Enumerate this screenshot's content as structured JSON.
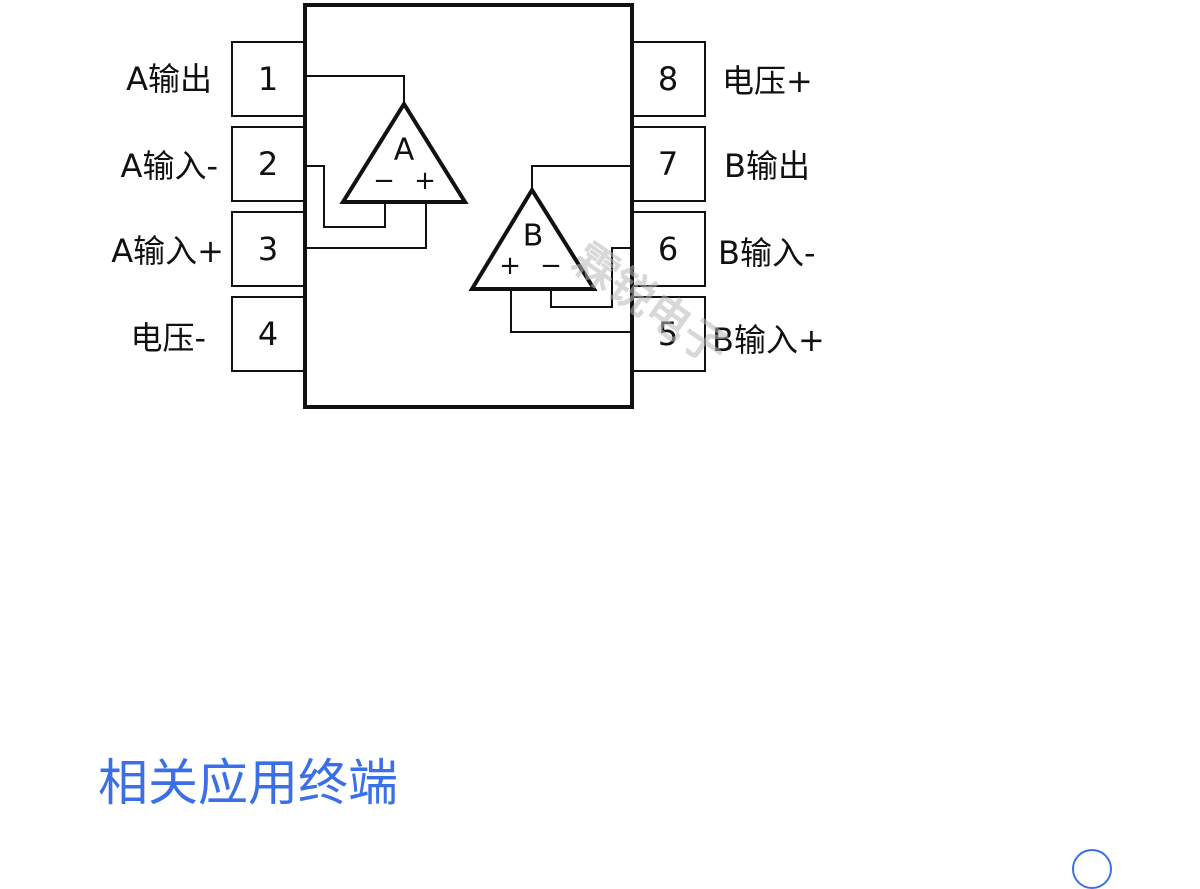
{
  "pins": [
    {
      "number": "1",
      "label": "A输出"
    },
    {
      "number": "2",
      "label": "A输入-"
    },
    {
      "number": "3",
      "label": "A输入+"
    },
    {
      "number": "4",
      "label": "电压-"
    },
    {
      "number": "5",
      "label": "B输入+"
    },
    {
      "number": "6",
      "label": "B输入-"
    },
    {
      "number": "7",
      "label": "B输出"
    },
    {
      "number": "8",
      "label": "电压+"
    }
  ],
  "amp_a": {
    "letter": "A",
    "minus": "−",
    "plus": "+"
  },
  "amp_b": {
    "letter": "B",
    "minus": "−",
    "plus": "+"
  },
  "watermark": "霖锐电子",
  "section_heading": "相关应用终端",
  "colors": {
    "line": "#111111",
    "heading": "#3b6fe8",
    "watermark": "#b9b9b9"
  }
}
